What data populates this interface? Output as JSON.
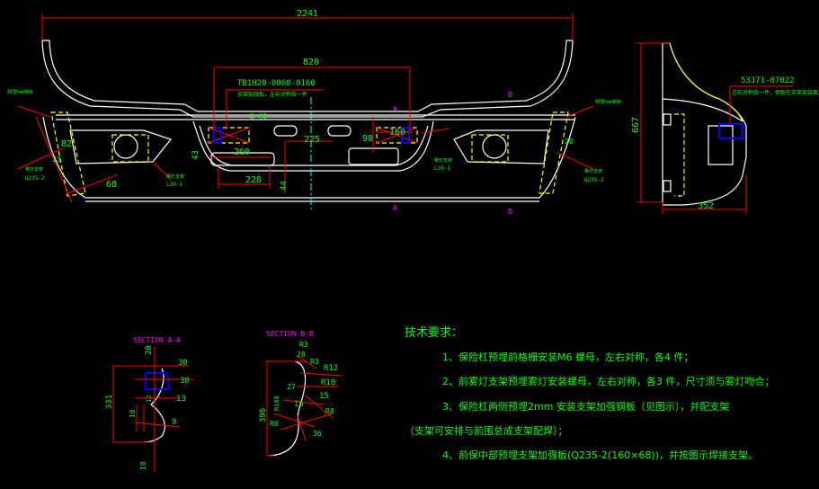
{
  "front_view": {
    "dim_overall_width": "2241",
    "dim_820": "820",
    "part_number": "TB1H20-0068-0160",
    "part_note": "支架加强板，左右对称各一件",
    "dim_2phi9": "2-Φ9",
    "dim_225": "225",
    "dim_260": "260",
    "dim_228": "228",
    "dim_43": "43",
    "dim_44": "44",
    "dim_98": "98",
    "dim_160": "160",
    "dim_82": "82",
    "dim_68": "68",
    "dim_left_small": "23",
    "dim_right_small": "20",
    "label_plate_left": "预埋5mm钢板",
    "label_bracket_left": "雾灯支架",
    "label_bracket_left_code": "Q235-2",
    "label_lamp_left": "雾灯支架",
    "label_lamp_left_code": "L20-1",
    "label_plate_right": "预埋5mm钢板",
    "label_bracket_right": "雾灯支架",
    "label_bracket_right_code": "Q235-2",
    "label_lamp_right": "雾灯支架",
    "label_lamp_right_code": "L20-1",
    "section_mark_a": "A",
    "section_mark_b": "B"
  },
  "side_view": {
    "dim_height": "667",
    "dim_depth": "352",
    "part_number": "53J71-07022",
    "part_note": "左右对称各一件，钢板在支架安装面上"
  },
  "section_a": {
    "title": "SECTION A-A",
    "dims": [
      "20",
      "30",
      "38",
      "13",
      "9",
      "331",
      "10",
      "10",
      "12"
    ]
  },
  "section_b": {
    "title": "SECTION B-B",
    "dims": [
      "R3",
      "28",
      "R3",
      "R12",
      "R10",
      "27",
      "15",
      "R8",
      "15",
      "R108",
      "R6",
      "36",
      "396"
    ]
  },
  "requirements": {
    "heading": "技术要求：",
    "items": [
      "1、保险杠预埋前格栅安装M6 螺母，左右对称，各4 件；",
      "2、前雾灯支架预埋雾灯安装螺母，左右对称，各3 件，尺寸须与雾灯吻合；",
      "3、保险杠两侧预埋2mm 安装支架加强钢板（见图示），并配支架",
      "（支架可安排与前围总成支架配焊）；",
      "4、前保中部预埋支架加强板(Q235-2(160×68))，并按图示焊接支架。"
    ]
  },
  "colors": {
    "background": "#000000",
    "outline": "#ffffff",
    "dimension": "#ff0000",
    "text": "#00ff00",
    "hidden": "#ffff00",
    "section_title": "#ff00ff",
    "centerline": "#00ffff",
    "insert": "#0000ff"
  }
}
